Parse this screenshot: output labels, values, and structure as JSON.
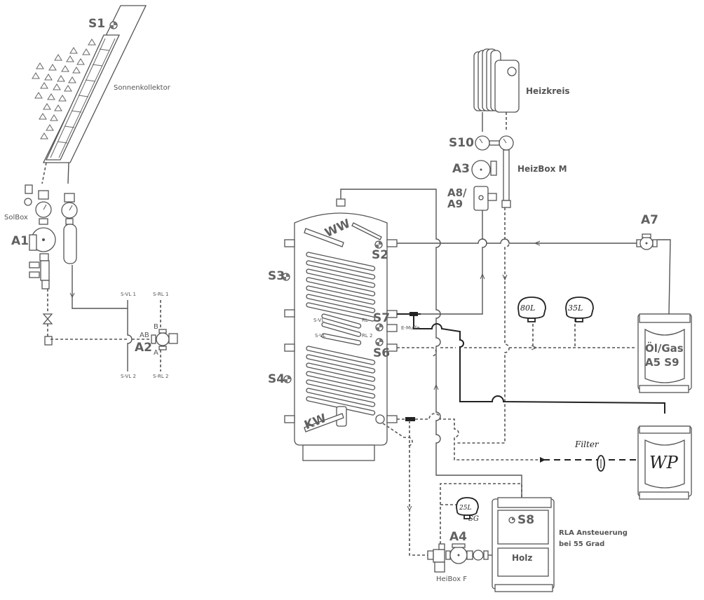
{
  "diagram": {
    "title": "Heating system hydraulic schematic",
    "solar": {
      "collector_label": "Sonnenkollektor",
      "sensor_s1": "S1",
      "solbox_label": "SolBox",
      "pump_a1": "A1",
      "valve_a2": "A2",
      "valve_ports": {
        "ab": "AB",
        "b": "B",
        "a": "A"
      },
      "pipe_labels": {
        "svl1": "S-VL 1",
        "srl1": "S-RL 1",
        "svl2": "S-VL 2",
        "srl2": "S-RL 2"
      }
    },
    "heating_circuit": {
      "label": "Heizkreis",
      "sensor_s10": "S10",
      "pump_a3": "A3",
      "box_label": "HeizBox M",
      "mixer_a8_a9_line1": "A8/",
      "mixer_a8_a9_line2": "A9"
    },
    "storage_tank": {
      "ww_label": "WW",
      "kw_label": "KW",
      "sensors": {
        "s2": "S2",
        "s3": "S3",
        "s4": "S4",
        "s6": "S6",
        "s7": "S7"
      },
      "coil_labels": {
        "svl_top": "S-VL",
        "rl_top": "RL",
        "svl_bottom": "S-VL",
        "rl2": "RL 2"
      },
      "e_muffe": "E-Muffe"
    },
    "boiler_oil_gas": {
      "line1": "Öl/Gas",
      "line2": "A5 S9",
      "pump_a7": "A7"
    },
    "expansion_vessels": [
      {
        "label": "80L"
      },
      {
        "label": "35L"
      },
      {
        "label": "25L",
        "tag": "SG"
      }
    ],
    "heat_pump": {
      "label": "WP",
      "filter_label": "Filter"
    },
    "wood_boiler": {
      "sensor_s8": "S8",
      "fuel_label": "Holz",
      "note_line1": "RLA Ansteuerung",
      "note_line2": "bei 55 Grad",
      "pump_a4": "A4",
      "box_label": "HeiBox F"
    }
  }
}
